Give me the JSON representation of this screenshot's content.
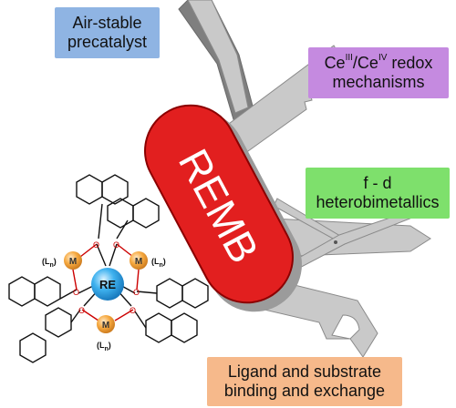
{
  "labels": {
    "air_stable": [
      "Air-stable",
      "precatalyst"
    ],
    "redox": {
      "ce1": "Ce",
      "sup1": "III",
      "sep": "/Ce",
      "sup2": "IV",
      "rest": " redox",
      "line2": "mechanisms"
    },
    "fd": [
      "f - d",
      "heterobimetallics"
    ],
    "ligand": [
      "Ligand and substrate",
      "binding and exchange"
    ]
  },
  "knife": {
    "text": "REMB"
  },
  "complex": {
    "center": "RE",
    "metal": "M",
    "ligand": "(L",
    "ligand_sub": "n",
    "ligand_close": ")",
    "oxygen": "O"
  },
  "colors": {
    "air_stable": "#8fb4e3",
    "redox": "#c58ae0",
    "fd": "#7ee06c",
    "ligand": "#f6b98b",
    "knife_body": "#e21f1f",
    "blade": "#c9c9c9",
    "re_atom": "#2aa3e6",
    "m_atom": "#f2a03a"
  }
}
